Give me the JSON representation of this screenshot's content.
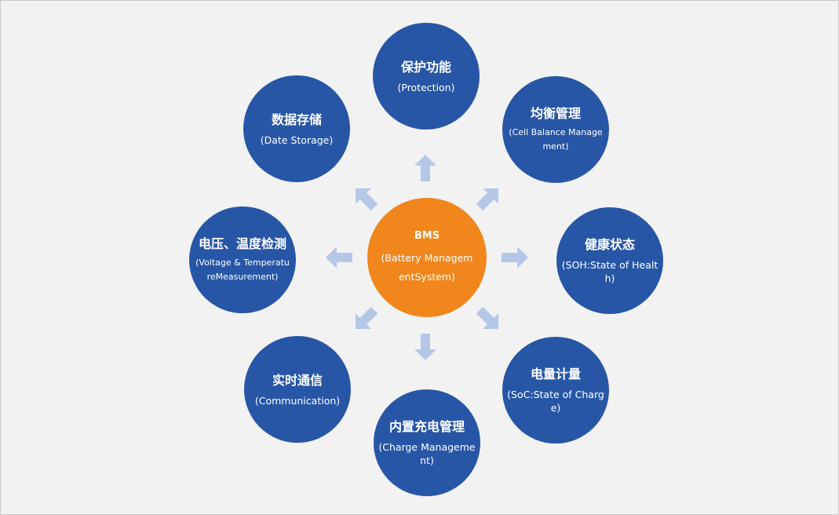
{
  "center": {
    "title": "BMS",
    "subtitle": "(Battery ManagementSystem)"
  },
  "nodes": [
    {
      "title": "保护功能",
      "subtitle": "(Protection)"
    },
    {
      "title": "均衡管理",
      "subtitle": "(Cell Balance Management)"
    },
    {
      "title": "健康状态",
      "subtitle": "(SOH:State of Health)"
    },
    {
      "title": "电量计量",
      "subtitle": "(SoC:State of Charge)"
    },
    {
      "title": "内置充电管理",
      "subtitle": "(Charge Management)"
    },
    {
      "title": "实时通信",
      "subtitle": "(Communication)"
    },
    {
      "title": "电压、温度检测",
      "subtitle": "(Voltage & TemperatureMeasurement)"
    },
    {
      "title": "数据存储",
      "subtitle": "(Date Storage)"
    }
  ],
  "colors": {
    "center_fill": "#f0861c",
    "node_fill": "#2756a6",
    "arrow_fill": "#b4c7e7",
    "background": "#f2f2f2"
  }
}
